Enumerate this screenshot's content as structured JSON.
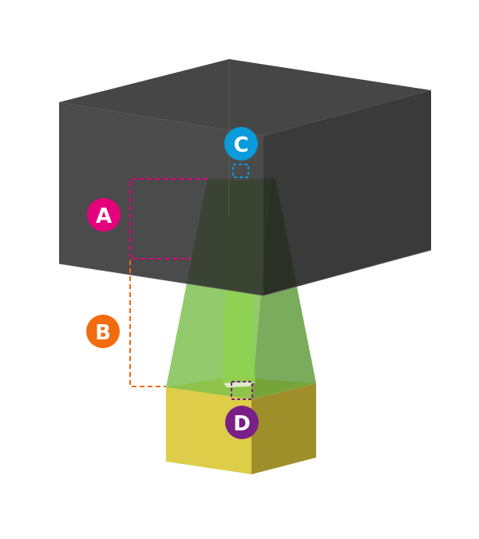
{
  "labels": {
    "a": {
      "text": "A",
      "color": "#E5007D"
    },
    "b": {
      "text": "B",
      "color": "#F26B0F"
    },
    "c": {
      "text": "C",
      "color": "#0A9BDB"
    },
    "d": {
      "text": "D",
      "color": "#7A1F86"
    }
  },
  "colors": {
    "dark_box": "#3a3a3a",
    "frustum": "#6bb533",
    "yellow_box": "#dfcf4a"
  }
}
